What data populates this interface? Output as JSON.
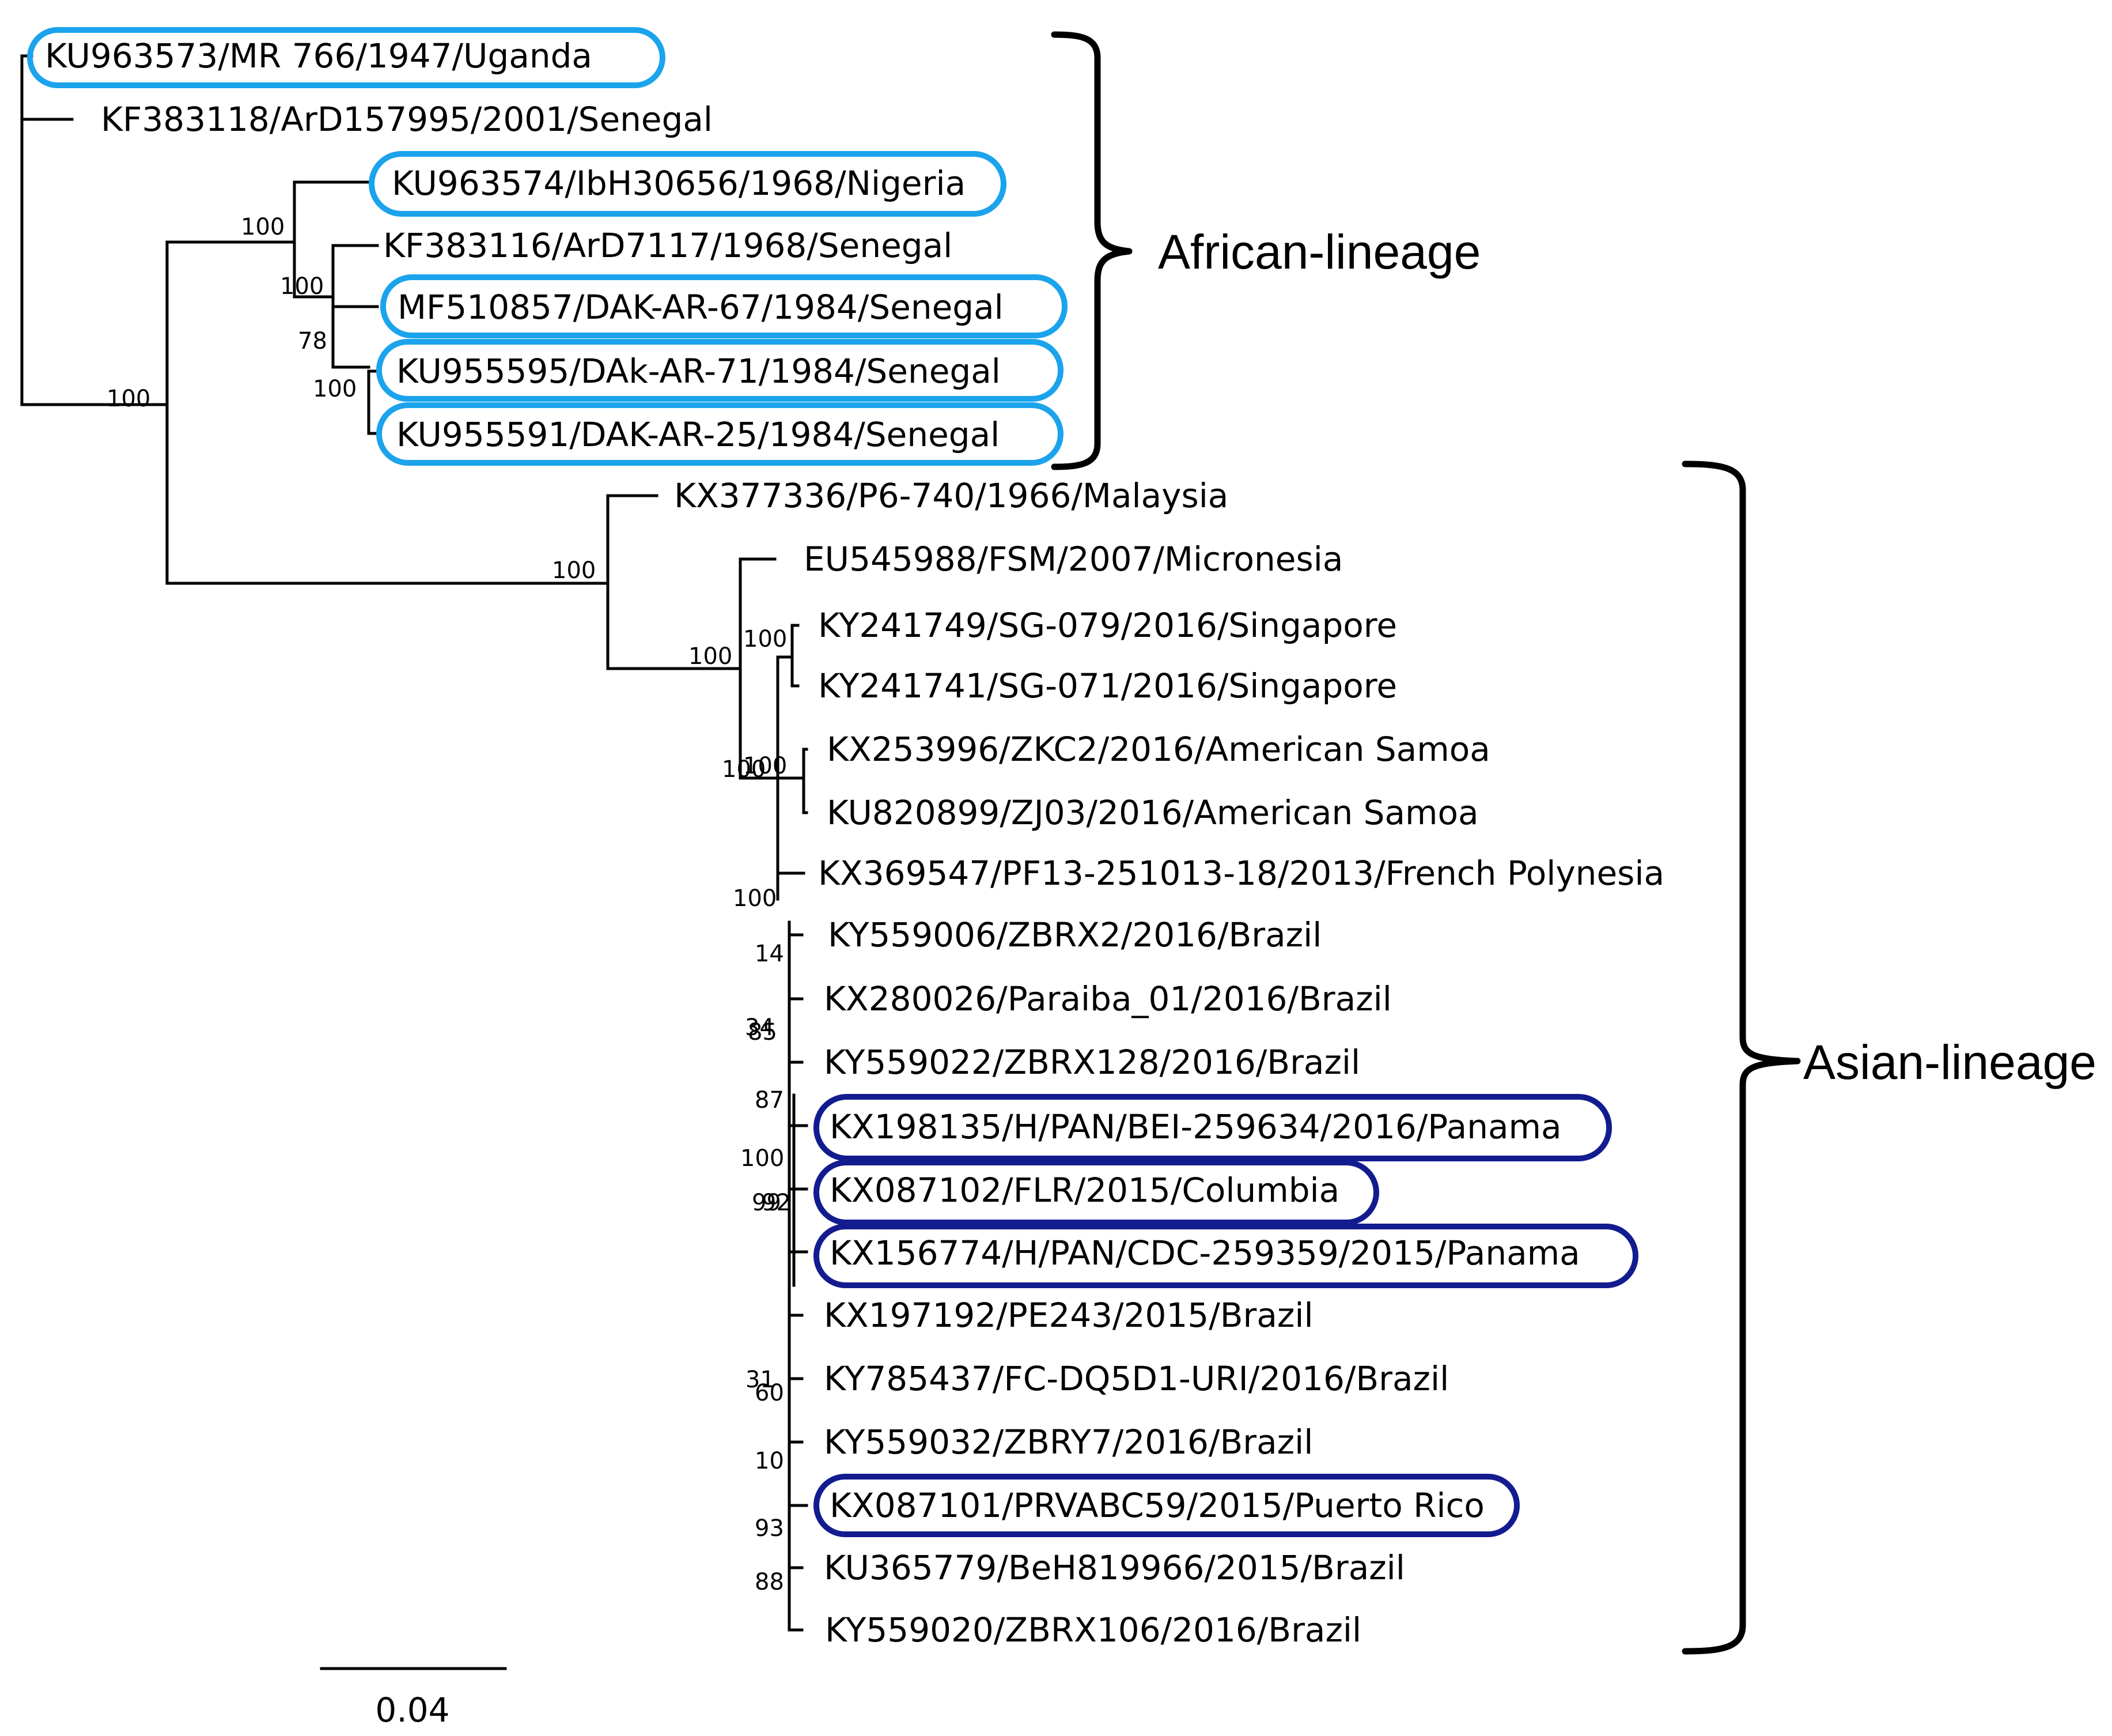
{
  "taxa": [
    "KU963573/MR 766/1947/Uganda",
    "KF383118/ArD157995/2001/Senegal",
    "KU963574/IbH30656/1968/Nigeria",
    "KF383116/ArD7117/1968/Senegal",
    "MF510857/DAK-AR-67/1984/Senegal",
    "KU955595/DAk-AR-71/1984/Senegal",
    "KU955591/DAK-AR-25/1984/Senegal",
    "KX377336/P6-740/1966/Malaysia",
    "EU545988/FSM/2007/Micronesia",
    "KY241749/SG-079/2016/Singapore",
    "KY241741/SG-071/2016/Singapore",
    "KX253996/ZKC2/2016/American Samoa",
    "KU820899/ZJ03/2016/American Samoa",
    "KX369547/PF13-251013-18/2013/French Polynesia",
    "KY559006/ZBRX2/2016/Brazil",
    "KX280026/Paraiba_01/2016/Brazil",
    "KY559022/ZBRX128/2016/Brazil",
    "KX198135/H/PAN/BEI-259634/2016/Panama",
    "KX087102/FLR/2015/Columbia",
    "KX156774/H/PAN/CDC-259359/2015/Panama",
    "KX197192/PE243/2015/Brazil",
    "KY785437/FC-DQ5D1-URI/2016/Brazil",
    "KY559032/ZBRY7/2016/Brazil",
    "KX087101/PRVABC59/2015/Puerto Rico",
    "KU365779/BeH819966/2015/Brazil",
    "KY559020/ZBRX106/2016/Brazil"
  ],
  "highlighted": {
    "african_color": "#1ba3ec",
    "asian_color": "#131c8f",
    "african_taxa": [
      "KU963573/MR 766/1947/Uganda",
      "KU963574/IbH30656/1968/Nigeria",
      "MF510857/DAK-AR-67/1984/Senegal",
      "KU955595/DAk-AR-71/1984/Senegal",
      "KU955591/DAK-AR-25/1984/Senegal"
    ],
    "asian_taxa": [
      "KX198135/H/PAN/BEI-259634/2016/Panama",
      "KX087102/FLR/2015/Columbia",
      "KX156774/H/PAN/CDC-259359/2015/Panama",
      "KX087101/PRVABC59/2015/Puerto Rico"
    ]
  },
  "support": [
    "100",
    "100",
    "100",
    "78",
    "100",
    "100",
    "100",
    "100",
    "100",
    "100",
    "100",
    "14",
    "34",
    "85",
    "87",
    "100",
    "99",
    "92",
    "31",
    "60",
    "10",
    "93",
    "88"
  ],
  "lineages": {
    "african": "African-lineage",
    "asian": "Asian-lineage"
  },
  "scale_bar": {
    "label": "0.04"
  }
}
